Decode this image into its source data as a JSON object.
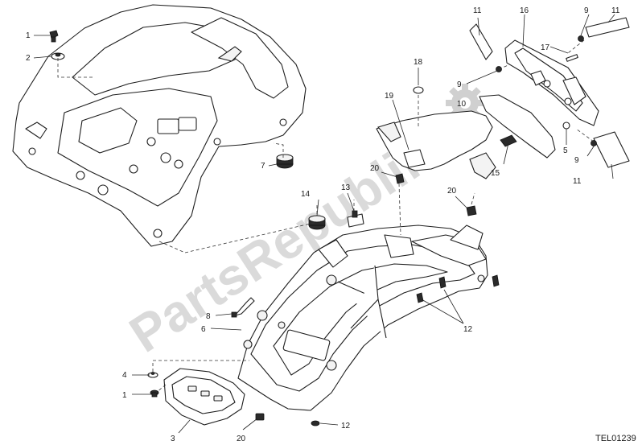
{
  "watermark": "PartsRepublik",
  "drawing_ref": "TEL01239",
  "callouts": {
    "c1a": "1",
    "c2": "2",
    "c7": "7",
    "c19": "19",
    "c18": "18",
    "c11a": "11",
    "c16": "16",
    "c9a": "9",
    "c11b": "11",
    "c17": "17",
    "c9b": "9",
    "c10": "10",
    "c15": "15",
    "c5": "5",
    "c9c": "9",
    "c11c": "11",
    "c20a": "20",
    "c14": "14",
    "c13": "13",
    "c20b": "20",
    "c8": "8",
    "c6": "6",
    "c12a": "12",
    "c4": "4",
    "c1b": "1",
    "c3": "3",
    "c20c": "20",
    "c12b": "12"
  }
}
